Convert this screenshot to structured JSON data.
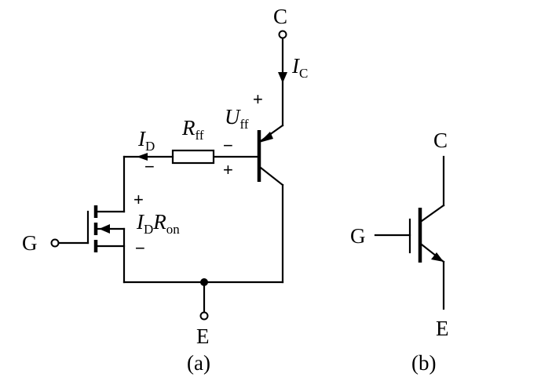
{
  "labels": {
    "collector": "C",
    "emitter": "E",
    "gate": "G",
    "ic_main": "I",
    "ic_sub": "C",
    "uff_main": "U",
    "uff_sub": "ff",
    "rff_main": "R",
    "rff_sub": "ff",
    "id_main": "I",
    "id_sub": "D",
    "idron_main1": "I",
    "idron_sub1": "D",
    "idron_main2": "R",
    "idron_sub2": "on"
  },
  "signs": {
    "uff_plus": "+",
    "uff_minus": "−",
    "rff_plus": "+",
    "rff_minus": "−",
    "ron_plus": "+",
    "ron_minus": "−"
  },
  "captions": {
    "a": "(a)",
    "b": "(b)"
  }
}
